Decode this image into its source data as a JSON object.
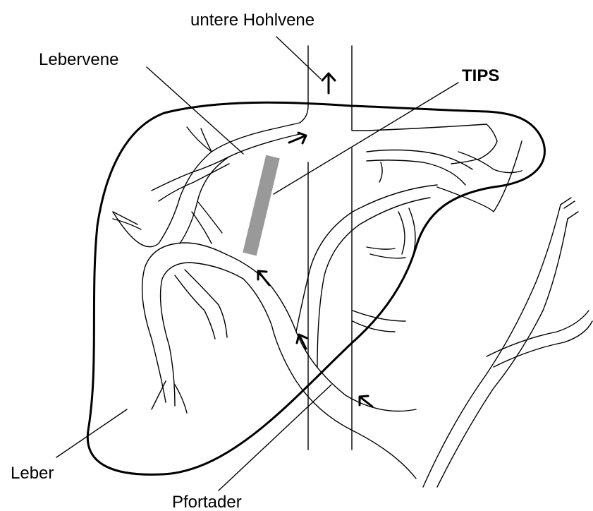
{
  "labels": {
    "inferior_vena_cava": "untere Hohlvene",
    "hepatic_vein": "Lebervene",
    "tips": "TIPS",
    "liver": "Leber",
    "portal_vein": "Pfortader"
  },
  "colors": {
    "stroke": "#000000",
    "background": "#ffffff",
    "stent": "#999999"
  },
  "flow_arrows": [
    "up-arrow",
    "right-arrow",
    "up-left-arrow",
    "up-left-arrow",
    "up-left-arrow"
  ]
}
